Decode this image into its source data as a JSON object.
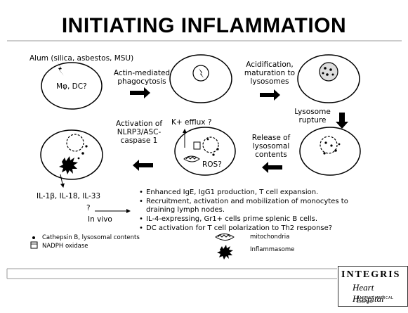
{
  "title": "INITIATING INFLAMMATION",
  "stimulus_label": "Alum (silica, asbestos, MSU)",
  "cell_label": "Mφ, DC?",
  "steps": {
    "phagocytosis": [
      "Actin-mediated",
      "phagocytosis"
    ],
    "acidification": [
      "Acidification,",
      "maturation to",
      "lysosomes"
    ],
    "rupture": [
      "Lysosome",
      "rupture"
    ],
    "release": [
      "Release of",
      "lysosomal",
      "contents"
    ],
    "k_efflux": "K+ efflux ?",
    "ros": "ROS?",
    "activation": [
      "Activation of",
      "NLRP3/ASC-",
      "caspase 1"
    ]
  },
  "cytokines": "IL-1β, IL-18, IL-33",
  "question": "?",
  "in_vivo": "In vivo",
  "bullets": [
    "Enhanced IgE, IgG1 production, T cell expansion.",
    "Recruitment, activation and mobilization of monocytes to",
    "draining lymph nodes.",
    "IL-4-expressing, Gr1+ cells prime splenic B cells.",
    "DC activation for T cell polarization to Th2 response?"
  ],
  "bullet_symbol": "•",
  "legend": {
    "cathepsin": "Cathepsin B, lysosomal contents",
    "nadph": "NADPH oxidase",
    "mitochondria": "mitochondria",
    "inflammasome": "Inflammasome"
  },
  "logo": {
    "line1": "INTEGRIS",
    "line2": "Heart Hospital",
    "line3": "BAPTIST MEDICAL CENTER"
  }
}
